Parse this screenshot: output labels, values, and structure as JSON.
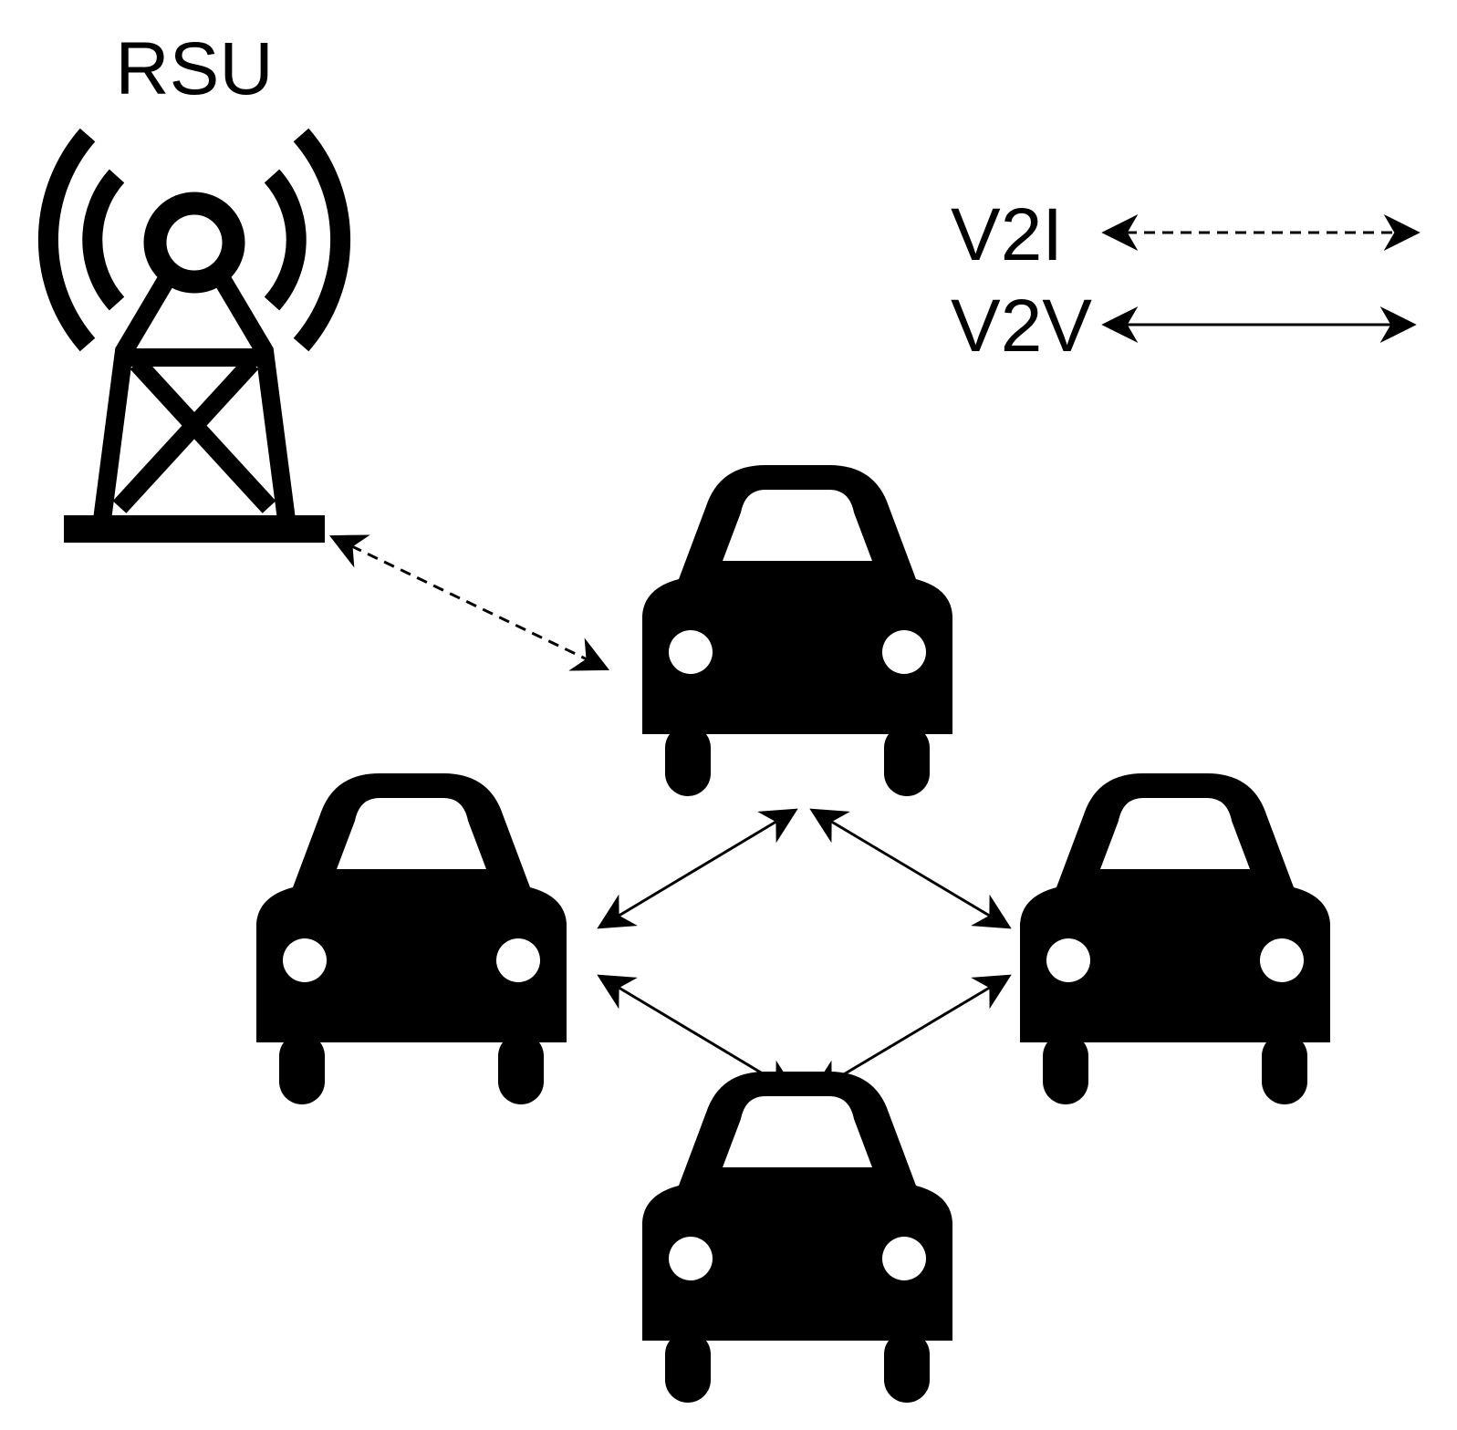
{
  "diagram": {
    "rsu_label": "RSU",
    "legend": {
      "v2i_label": "V2I",
      "v2v_label": "V2V"
    },
    "icons": {
      "tower": "radio-tower-icon",
      "car": "car-icon"
    },
    "colors": {
      "ink": "#000000",
      "background": "#ffffff"
    }
  }
}
